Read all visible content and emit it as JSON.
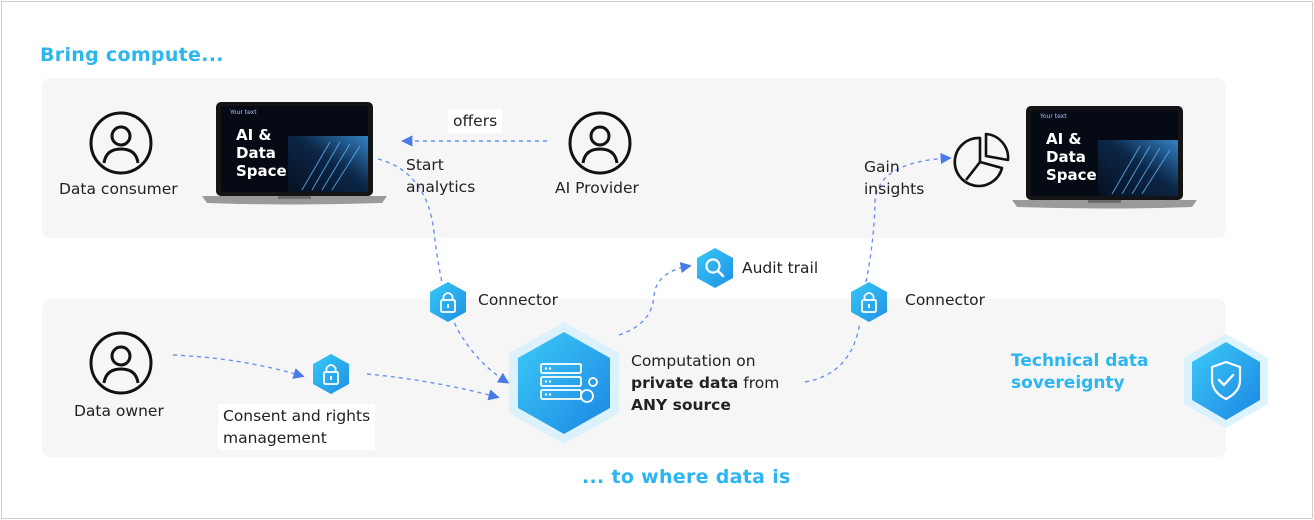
{
  "top_heading": "Bring compute...",
  "bottom_heading": "... to where data is",
  "actors": {
    "data_consumer": "Data consumer",
    "ai_provider": "AI Provider",
    "data_owner": "Data owner"
  },
  "flow_labels": {
    "offers": "offers",
    "start_analytics_line1": "Start",
    "start_analytics_line2": "analytics",
    "gain_insights_line1": "Gain",
    "gain_insights_line2": "insights",
    "connector_left": "Connector",
    "connector_right": "Connector",
    "audit_trail": "Audit trail",
    "consent_line1": "Consent and rights",
    "consent_line2": "management"
  },
  "computation": {
    "line1": "Computation on",
    "line2_bold": "private data",
    "line2_rest": " from",
    "line3_bold": "ANY source"
  },
  "sovereignty": {
    "line1": "Technical data",
    "line2": "sovereignty"
  },
  "laptop_screen": {
    "line1": "AI &",
    "line2": "Data",
    "line3": "Space",
    "small_text": "Your text"
  },
  "colors": {
    "accent_blue": "#2bb6f0",
    "hex_gradient_start": "#35c3f5",
    "hex_gradient_end": "#1f8fe6",
    "dashed_arrow": "#4a79e8",
    "band_background": "#f6f6f7"
  }
}
